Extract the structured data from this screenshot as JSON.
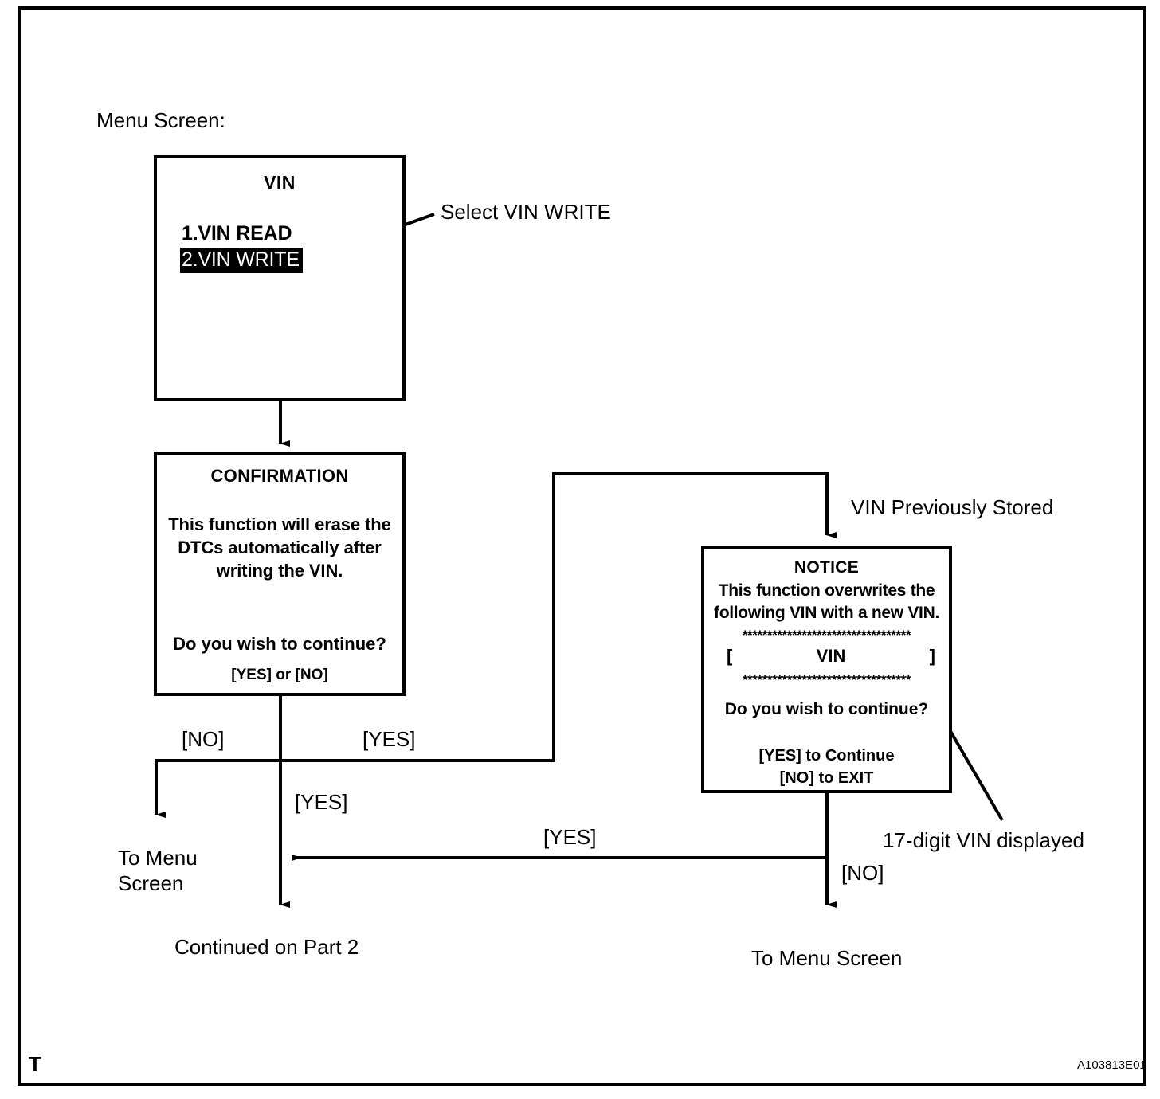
{
  "diagram": {
    "caption": "Menu Screen:",
    "figure_code": "A103813E01",
    "corner_marker": "T"
  },
  "screens": {
    "vin_menu": {
      "title": "VIN",
      "items": [
        {
          "label": "1.VIN READ",
          "selected": false
        },
        {
          "label": "2.VIN WRITE",
          "selected": true
        }
      ]
    },
    "confirmation": {
      "title": "CONFIRMATION",
      "body_lines": [
        "This function will erase the",
        "DTCs automatically after",
        "writing the VIN."
      ],
      "question": "Do you wish to continue?",
      "choices": "[YES] or [NO]"
    },
    "notice": {
      "title": "NOTICE",
      "body_lines": [
        "This function overwrites the",
        "following VIN with a new VIN."
      ],
      "separator_top": "**********************************",
      "vin_field_left": "[",
      "vin_field_value": "VIN",
      "vin_field_right": "]",
      "separator_bottom": "**********************************",
      "question": "Do you wish to continue?",
      "choice_yes": "[YES] to Continue",
      "choice_no": "[NO] to EXIT"
    }
  },
  "callouts": {
    "select_vin_write": "Select VIN WRITE",
    "vin_previously_stored": "VIN Previously Stored",
    "seventeen_digit_vin": "17-digit VIN displayed"
  },
  "flow_labels": {
    "no_left": "[NO]",
    "yes_right_top": "[YES]",
    "yes_down": "[YES]",
    "yes_return": "[YES]",
    "no_right": "[NO]"
  },
  "terminals": {
    "to_menu_screen_left_line1": "To Menu",
    "to_menu_screen_left_line2": "Screen",
    "continued_on_part_2": "Continued on Part 2",
    "to_menu_screen_right": "To Menu Screen"
  },
  "colors": {
    "ink": "#000000",
    "paper": "#ffffff",
    "highlight_bg": "#000000",
    "highlight_fg": "#ffffff"
  }
}
